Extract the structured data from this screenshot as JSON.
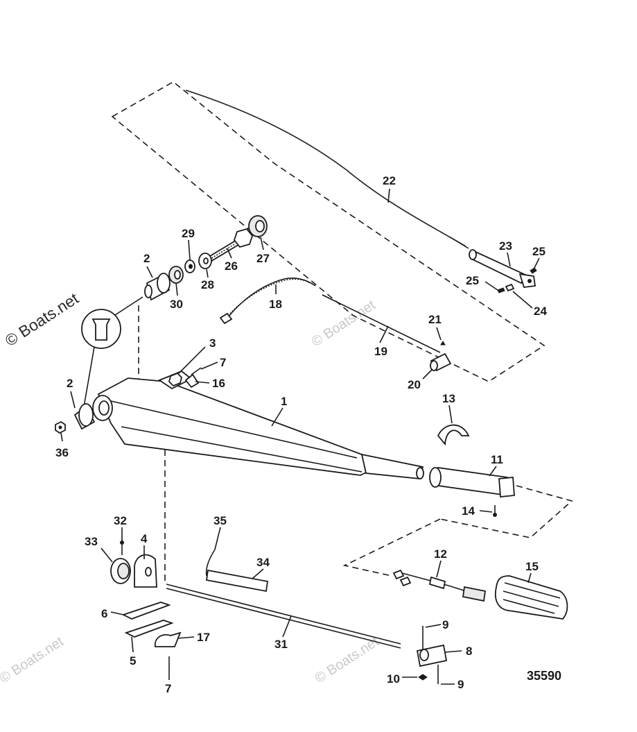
{
  "watermarks": {
    "main": "© Boats.net",
    "faint": "© Boats.net"
  },
  "figure_number": "35590",
  "part_labels": {
    "p1": "1",
    "p2a": "2",
    "p2b": "2",
    "p3": "3",
    "p4": "4",
    "p5": "5",
    "p6": "6",
    "p7a": "7",
    "p7b": "7",
    "p8": "8",
    "p9a": "9",
    "p9b": "9",
    "p10": "10",
    "p11": "11",
    "p12": "12",
    "p13": "13",
    "p14": "14",
    "p15": "15",
    "p16": "16",
    "p17": "17",
    "p18": "18",
    "p19": "19",
    "p20": "20",
    "p21": "21",
    "p22": "22",
    "p23": "23",
    "p24": "24",
    "p25a": "25",
    "p25b": "25",
    "p26": "26",
    "p27": "27",
    "p28": "28",
    "p29": "29",
    "p30": "30",
    "p31": "31",
    "p32": "32",
    "p33": "33",
    "p34": "34",
    "p35": "35",
    "p36": "36"
  }
}
